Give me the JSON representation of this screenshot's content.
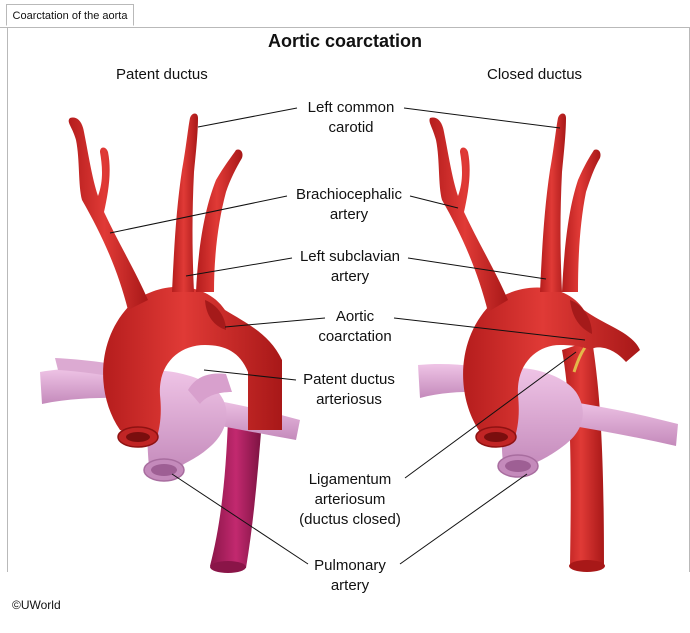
{
  "tab": {
    "label": "Coarctation of the aorta"
  },
  "diagram": {
    "title": "Aortic coarctation",
    "left_heading": "Patent ductus",
    "right_heading": "Closed ductus",
    "labels": {
      "left_common_carotid": [
        "Left common",
        "carotid"
      ],
      "brachiocephalic": [
        "Brachiocephalic",
        "artery"
      ],
      "left_subclavian": [
        "Left subclavian",
        "artery"
      ],
      "coarctation": [
        "Aortic",
        "coarctation"
      ],
      "patent_ductus": [
        "Patent ductus",
        "arteriosus"
      ],
      "ligamentum": [
        "Ligamentum",
        "arteriosum",
        "(ductus closed)"
      ],
      "pulmonary": [
        "Pulmonary",
        "artery"
      ]
    },
    "colors": {
      "aorta": "#d42a2a",
      "aorta_dark": "#9e1515",
      "pulmonary": "#e2a8d6",
      "pulmonary_dark": "#b779ad",
      "descending_patent": "#b01f63"
    }
  },
  "footer": {
    "copyright": "©UWorld"
  }
}
